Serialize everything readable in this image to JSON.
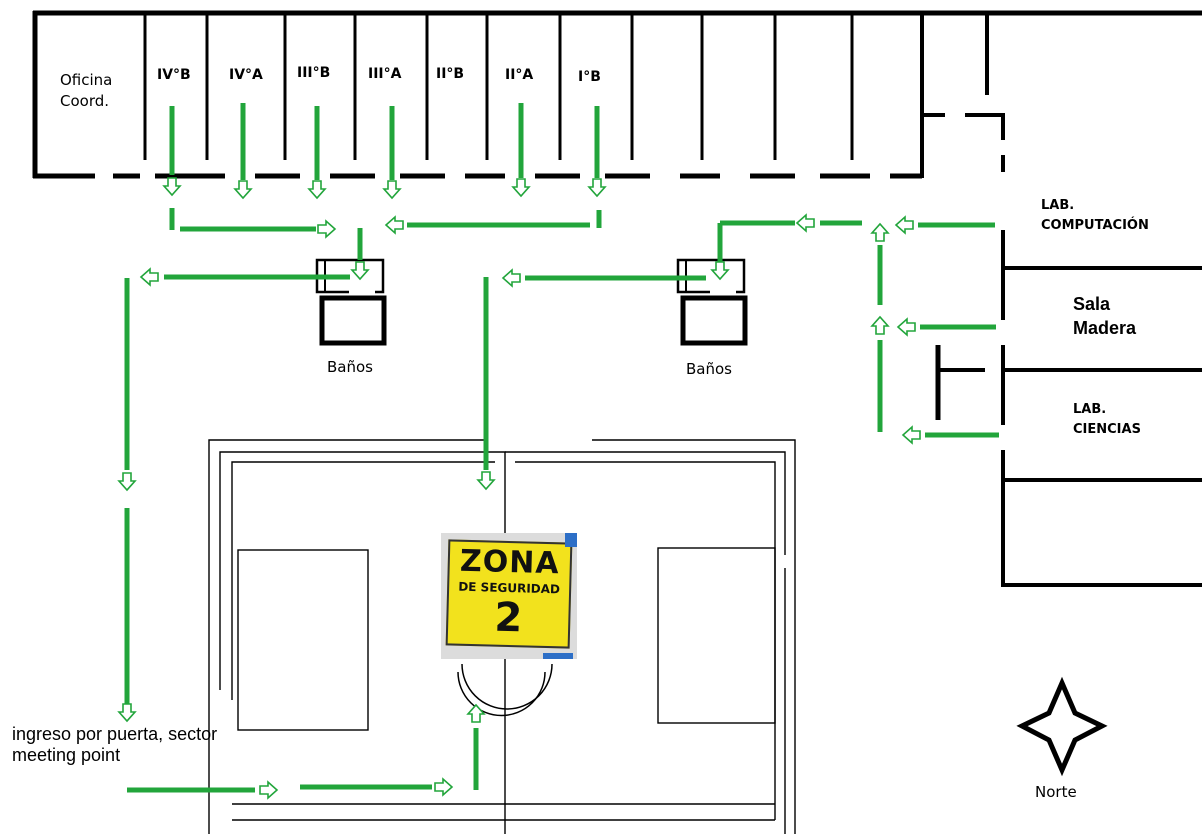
{
  "classrooms": [
    "IV°B",
    "IV°A",
    "III°B",
    "III°A",
    "II°B",
    "II°A",
    "I°B"
  ],
  "office": {
    "line1": "Oficina",
    "line2": "Coord."
  },
  "bathrooms_left": "Baños",
  "bathrooms_right": "Baños",
  "lab_computacion": {
    "line1": "LAB.",
    "line2": "COMPUTACIÓN"
  },
  "sala_madera": {
    "line1": "Sala",
    "line2": "Madera"
  },
  "lab_ciencias": {
    "line1": "LAB.",
    "line2": "CIENCIAS"
  },
  "entry_note": {
    "line1": "ingreso por puerta, sector",
    "line2": "meeting point"
  },
  "safety_sign": {
    "line1": "ZONA",
    "line2": "DE SEGURIDAD",
    "line3": "2"
  },
  "compass": {
    "label": "Norte"
  },
  "colors": {
    "route": "#22a53b",
    "wall": "#000000",
    "sign": "#f2e21d"
  }
}
